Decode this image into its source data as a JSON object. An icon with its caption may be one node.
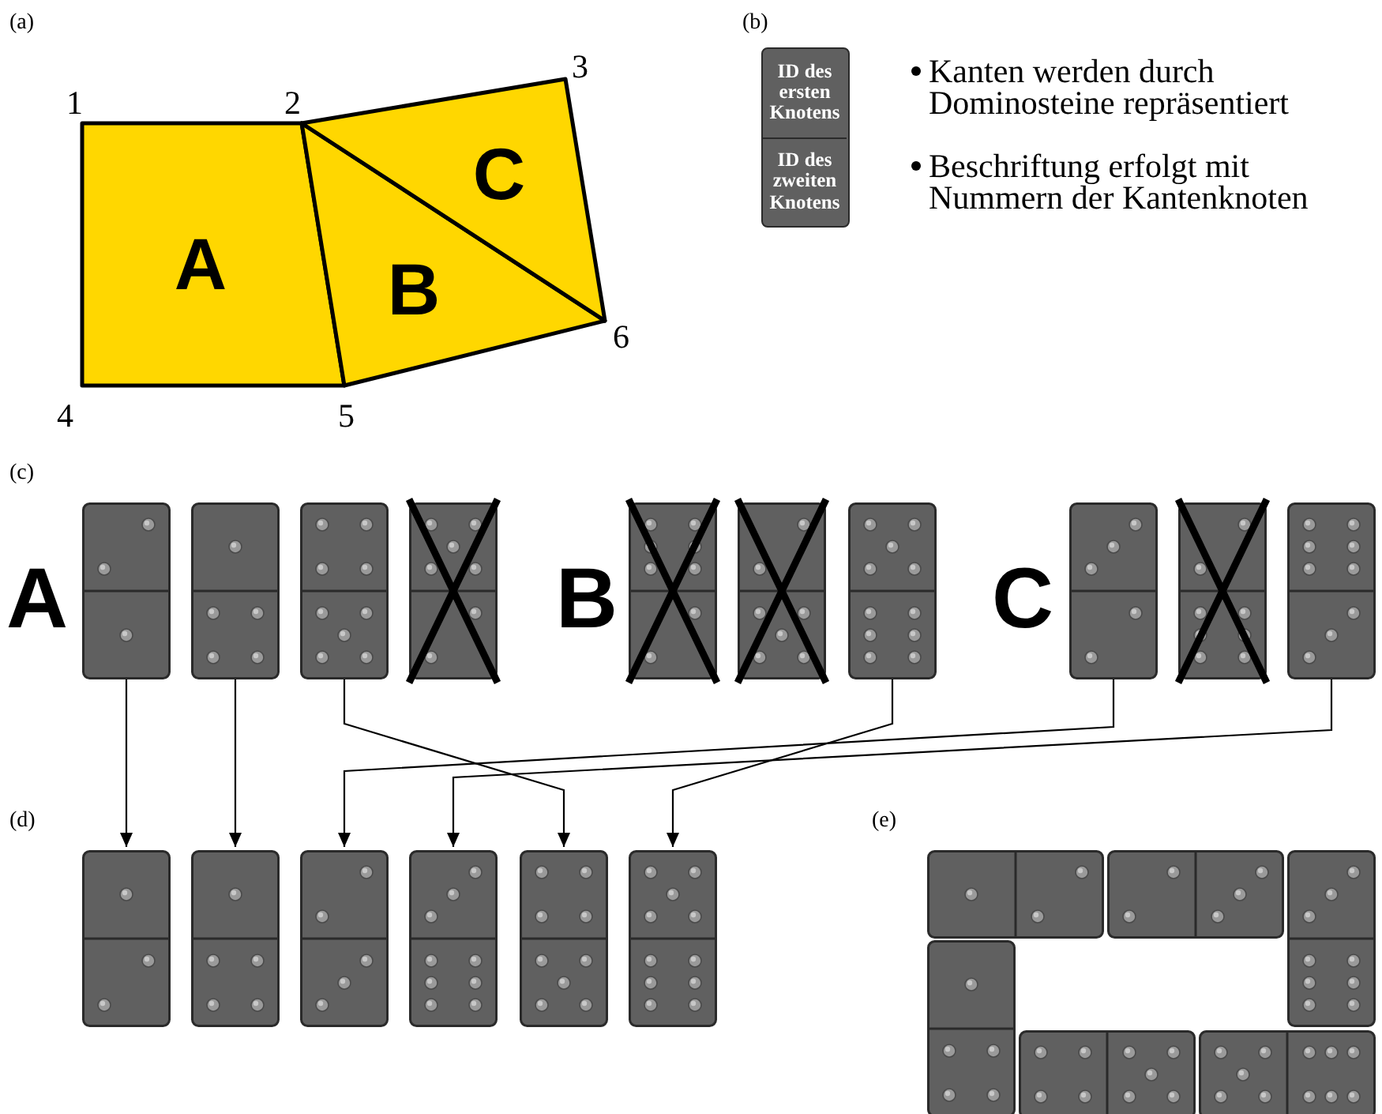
{
  "diagram": {
    "nodes": [
      {
        "text": [
          "A"
        ]
      },
      {
        "text": [
          "B"
        ]
      },
      {
        "text": [
          "C"
        ]
      },
      {
        "text": [
          "ID des ersten Knotens",
          "ID des zweiten Knotens"
        ]
      },
      {
        "text": [],
        "shape": "domino"
      },
      {
        "text": [],
        "shape": "domino"
      },
      {
        "text": [],
        "shape": "domino"
      },
      {
        "text": [],
        "shape": "domino"
      },
      {
        "text": [],
        "shape": "domino"
      },
      {
        "text": [],
        "shape": "domino"
      },
      {
        "text": [],
        "shape": "domino"
      },
      {
        "text": [],
        "shape": "domino"
      },
      {
        "text": [],
        "shape": "domino"
      },
      {
        "text": [],
        "shape": "domino"
      },
      {
        "text": [],
        "shape": "domino"
      },
      {
        "text": [],
        "shape": "domino"
      },
      {
        "text": [],
        "shape": "domino"
      },
      {
        "text": [],
        "shape": "domino"
      },
      {
        "text": [],
        "shape": "domino"
      },
      {
        "text": [],
        "shape": "domino"
      },
      {
        "text": [],
        "shape": "domino"
      },
      {
        "text": [],
        "shape": "domino"
      },
      {
        "text": [],
        "shape": "domino"
      },
      {
        "text": [],
        "shape": "domino"
      },
      {
        "text": [],
        "shape": "domino"
      },
      {
        "text": [],
        "shape": "domino"
      }
    ],
    "edges": [
      {
        "from": 4,
        "to": 14,
        "arrow": "to"
      },
      {
        "from": 5,
        "to": 15,
        "arrow": "to"
      },
      {
        "from": 6,
        "to": 18,
        "arrow": "to"
      },
      {
        "from": 10,
        "to": 19,
        "arrow": "to"
      },
      {
        "from": 11,
        "to": 16,
        "arrow": "to"
      },
      {
        "from": 13,
        "to": 17,
        "arrow": "to"
      }
    ],
    "labels": [
      "(a)",
      "1",
      "2",
      "3",
      "4",
      "5",
      "6",
      "(b)",
      "Kanten werden durch Dominosteine repräsentiert",
      "Beschriftung erfolgt mit Nummern der Kantenknoten",
      "(c)",
      "A",
      "B",
      "C",
      "(d)",
      "(e)"
    ]
  }
}
